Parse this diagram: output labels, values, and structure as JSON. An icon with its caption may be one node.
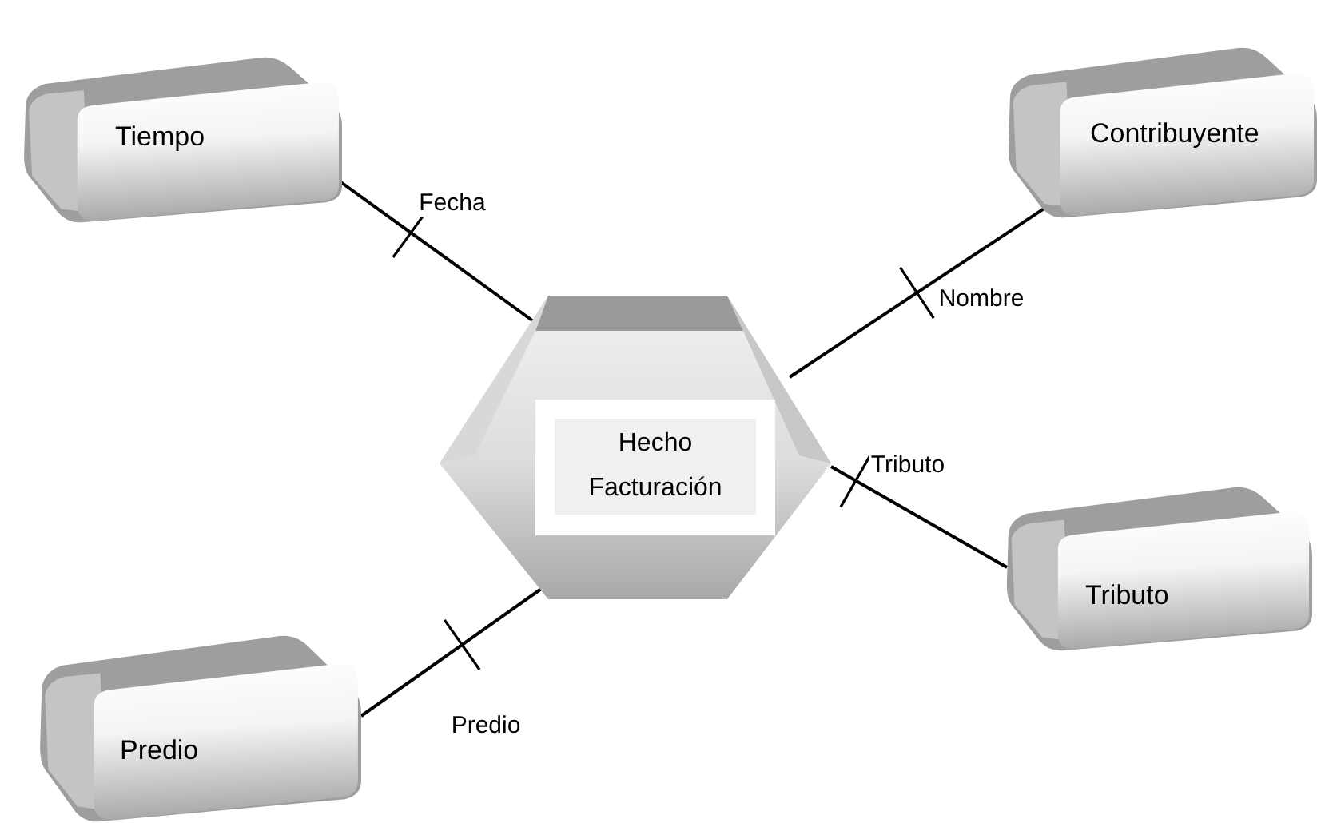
{
  "diagram": {
    "nodes": [
      {
        "text": [
          "Tiempo"
        ]
      },
      {
        "text": [
          "Contribuyente"
        ]
      },
      {
        "text": [
          "Hecho Facturación"
        ]
      },
      {
        "text": [
          "Tributo"
        ]
      },
      {
        "text": [
          "Predio"
        ]
      }
    ],
    "edges": [
      {
        "from": 2,
        "to": 0,
        "arrow": "none",
        "label": "Fecha"
      },
      {
        "from": 2,
        "to": 1,
        "arrow": "none",
        "label": "Nombre"
      },
      {
        "from": 2,
        "to": 3,
        "arrow": "none",
        "label": "Tributo"
      },
      {
        "from": 2,
        "to": 4,
        "arrow": "none",
        "label": "Predio"
      }
    ]
  }
}
